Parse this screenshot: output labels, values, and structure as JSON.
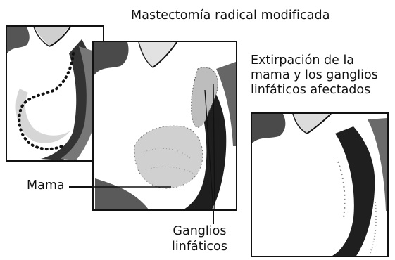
{
  "title": "Mastectomía radical modificada",
  "description": {
    "line1": "Extirpación de la",
    "line2": "mama y los ganglios",
    "line3": "linfáticos afectados"
  },
  "labels": {
    "mama": "Mama",
    "ganglios_line1": "Ganglios",
    "ganglios_line2": "linfáticos"
  }
}
